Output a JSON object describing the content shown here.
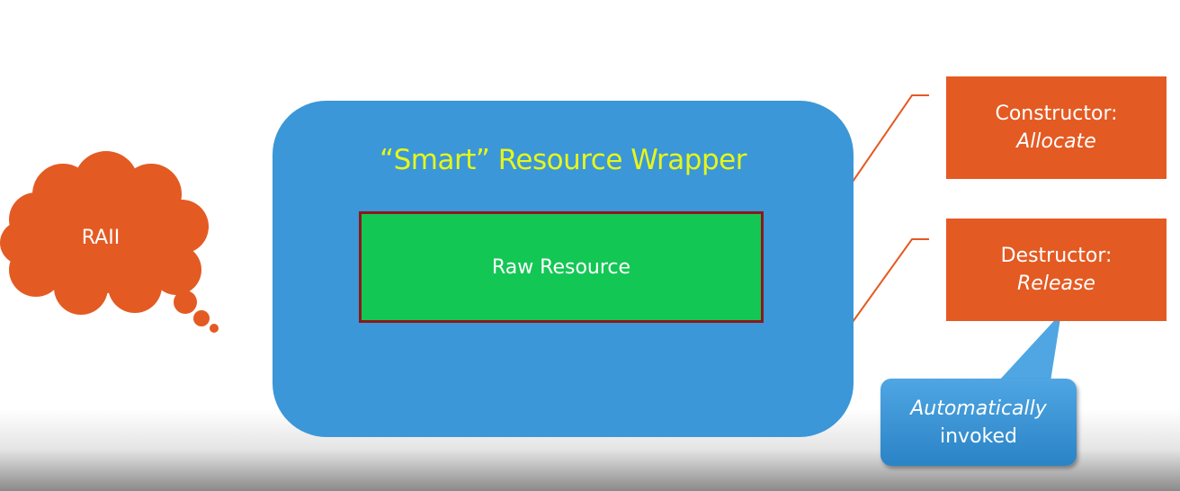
{
  "cloud": {
    "label": "RAII"
  },
  "wrapper": {
    "title": "“Smart” Resource Wrapper"
  },
  "raw_resource": {
    "label": "Raw Resource"
  },
  "constructor_box": {
    "line1": "Constructor:",
    "line2": "Allocate"
  },
  "destructor_box": {
    "line1": "Destructor:",
    "line2": "Release"
  },
  "callout": {
    "line1": "Automatically",
    "line2": "invoked"
  },
  "colors": {
    "wrapper": "#3b97d7",
    "wrapper_title": "#e6f61a",
    "raw_resource": "#13c755",
    "raw_border": "#8c1818",
    "orange": "#e45a23",
    "callout": "#2a83c6"
  }
}
